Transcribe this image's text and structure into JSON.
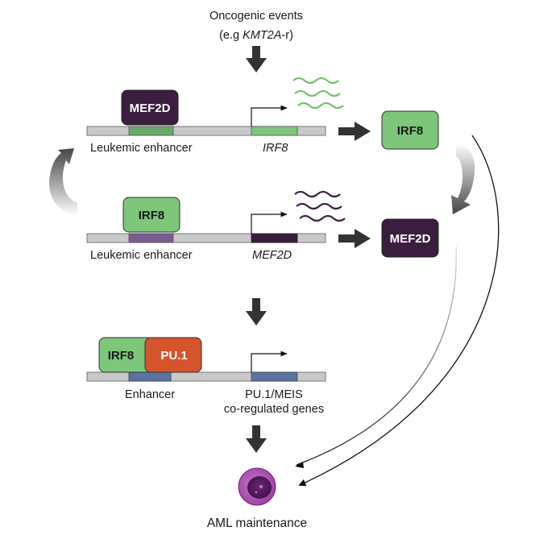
{
  "header": {
    "line1": "Oncogenic events",
    "line2_prefix": "(e.g ",
    "line2_gene": "KMT2A",
    "line2_suffix": "-r)"
  },
  "row1": {
    "bound_factor": "MEF2D",
    "enhancer_label": "Leukemic enhancer",
    "gene_label": "IRF8",
    "product": "IRF8"
  },
  "row2": {
    "bound_factor": "IRF8",
    "enhancer_label": "Leukemic enhancer",
    "gene_label": "MEF2D",
    "product": "MEF2D"
  },
  "row3": {
    "factor_a": "IRF8",
    "factor_b": "PU.1",
    "enhancer_label": "Enhancer",
    "gene_label_line1": "PU.1/MEIS",
    "gene_label_line2": "co-regulated genes"
  },
  "outcome": "AML maintenance",
  "colors": {
    "dna": "#c9c9c9",
    "mef2d": "#3a1d3f",
    "irf8": "#7dc67a",
    "irf8_site": "#6aa96a",
    "mef2d_site": "#7a5c92",
    "pu1": "#d4552c",
    "pu1_site": "#5a73a0",
    "cell": "#9b3aa0",
    "arrow": "#333333",
    "mrna_green": "#74c26c",
    "mrna_purple": "#3f1f48"
  }
}
